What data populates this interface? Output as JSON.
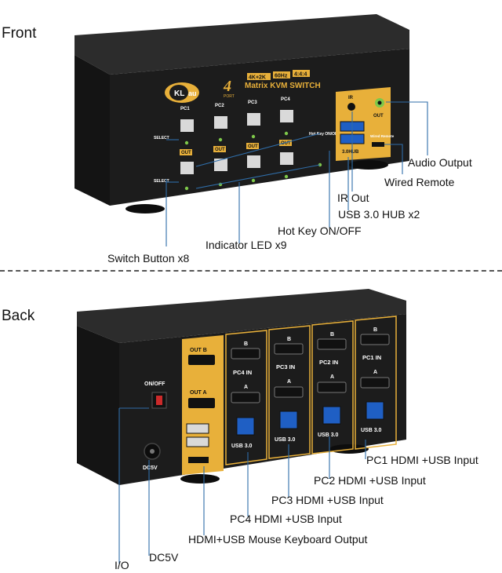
{
  "front": {
    "title": "Front",
    "device": {
      "brand": "KL",
      "brand_suffix": "au",
      "port_count": "4",
      "port_word": "PORT",
      "spec_badges": [
        "4K+2K",
        "60Hz",
        "4:4:4"
      ],
      "model_name": "Matrix KVM SWITCH",
      "pc_labels": [
        "PC1",
        "PC2",
        "PC3",
        "PC4"
      ],
      "out_labels": [
        "OUT",
        "OUT",
        "OUT",
        "OUT"
      ],
      "select_label": "SELECT",
      "hotkey_label": "Hot Key ON/OFF",
      "ir_label": "IR",
      "out_label": "OUT",
      "usb_hub_label": "3.0HUB",
      "wired_remote_label": "Wired Remote"
    },
    "callouts": {
      "audio_output": "Audio Output",
      "wired_remote": "Wired Remote",
      "ir_out": "IR Out",
      "usb_hub": "USB 3.0 HUB x2",
      "hot_key": "Hot Key ON/OFF",
      "indicator_led": "Indicator LED x9",
      "switch_button": "Switch Button x8"
    }
  },
  "back": {
    "title": "Back",
    "device": {
      "on_off": "ON/OFF",
      "dc5v": "DC5V",
      "out_b": "OUT B",
      "out_a": "OUT A",
      "port_b": "B",
      "port_a": "A",
      "pc_in_labels": [
        "PC4 IN",
        "PC3 IN",
        "PC2 IN",
        "PC1 IN"
      ],
      "usb30_label": "USB 3.0"
    },
    "callouts": {
      "pc1": "PC1 HDMI +USB Input",
      "pc2": "PC2 HDMI +USB Input",
      "pc3": "PC3 HDMI +USB Input",
      "pc4": "PC4 HDMI +USB Input",
      "output": "HDMI+USB Mouse Keyboard  Output",
      "dc5v": "DC5V",
      "io": "I/O"
    }
  },
  "colors": {
    "device_body": "#1c1c1c",
    "device_top": "#2c2c2c",
    "accent_gold": "#e8b03a",
    "usb_blue": "#1f5fc4",
    "callout_line": "#2f6da8",
    "led_green": "#7ec84a"
  }
}
